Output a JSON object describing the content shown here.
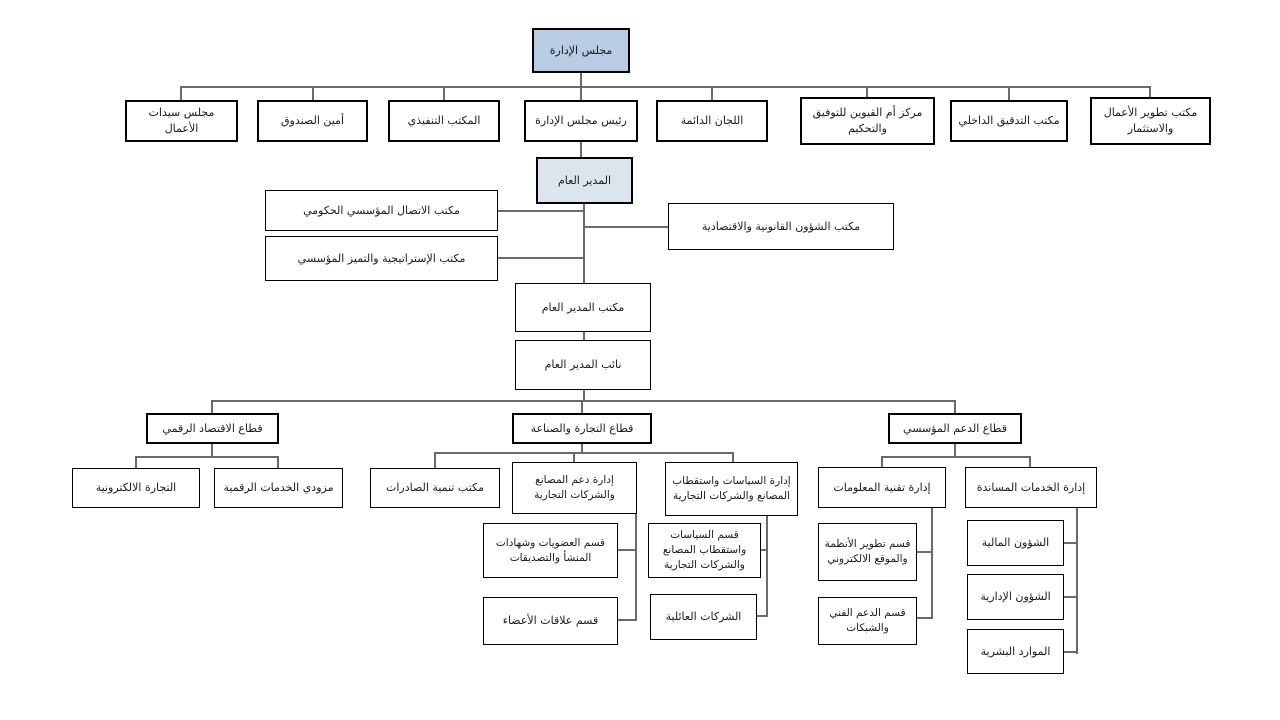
{
  "colors": {
    "page_bg": "#ffffff",
    "root_fill": "#b8cce4",
    "gm_fill": "#dce4ee",
    "box_fill": "#ffffff",
    "border": "#000000",
    "connector": "#6a6a6a"
  },
  "org": {
    "root": {
      "label": "مجلس الإدارة"
    },
    "board_units": [
      {
        "label": "مجلس سيدات الأعمال"
      },
      {
        "label": "أمين الصندوق"
      },
      {
        "label": "المكتب التنفيذي"
      },
      {
        "label": "رئيس مجلس الإدارة"
      },
      {
        "label": "اللجان الدائمة"
      },
      {
        "label": "مركز أم القيوين للتوفيق والتحكيم"
      },
      {
        "label": "مكتب التدقيق الداخلي"
      },
      {
        "label": "مكتب تطوير الأعمال والاستثمار"
      }
    ],
    "general_manager": {
      "label": "المدير العام"
    },
    "gm_offices": [
      {
        "label": "مكتب الاتصال المؤسسي الحكومي"
      },
      {
        "label": "مكتب الإستراتيجية والتميز المؤسسي"
      },
      {
        "label": "مكتب الشؤون القانونية والاقتصادية"
      }
    ],
    "gm_office": {
      "label": "مكتب المدير العام"
    },
    "deputy_gm": {
      "label": "نائب المدير العام"
    },
    "sectors": {
      "digital_economy": {
        "label": "قطاع الاقتصاد الرقمي",
        "children": [
          {
            "label": "التجارة الالكترونية"
          },
          {
            "label": "مزودي الخدمات الرقمية"
          }
        ]
      },
      "trade_industry": {
        "label": "قطاع التجارة والصناعة",
        "children": [
          {
            "label": "مكتب تنمية الصادرات"
          },
          {
            "label": "إدارة دعم المصانع والشركات التجارية",
            "children": [
              {
                "label": "قسم العضويات وشهادات المنشأ والتصديقات"
              },
              {
                "label": "قسم علاقات الأعضاء"
              }
            ]
          },
          {
            "label": "إدارة السياسات واستقطاب المصانع والشركات التجارية",
            "children": [
              {
                "label": "قسم السياسات واستقطاب المصانع والشركات التجارية"
              },
              {
                "label": "الشركات العائلية"
              }
            ]
          }
        ]
      },
      "corporate_support": {
        "label": "قطاع الدعم المؤسسي",
        "children": [
          {
            "label": "إدارة تقنية المعلومات",
            "children": [
              {
                "label": "قسم تطوير الأنظمة والموقع الالكتروني"
              },
              {
                "label": "قسم الدعم الفني والشبكات"
              }
            ]
          },
          {
            "label": "إدارة الخدمات المساندة",
            "children": [
              {
                "label": "الشؤون المالية"
              },
              {
                "label": "الشؤون الإدارية"
              },
              {
                "label": "الموارد البشرية"
              }
            ]
          }
        ]
      }
    }
  }
}
